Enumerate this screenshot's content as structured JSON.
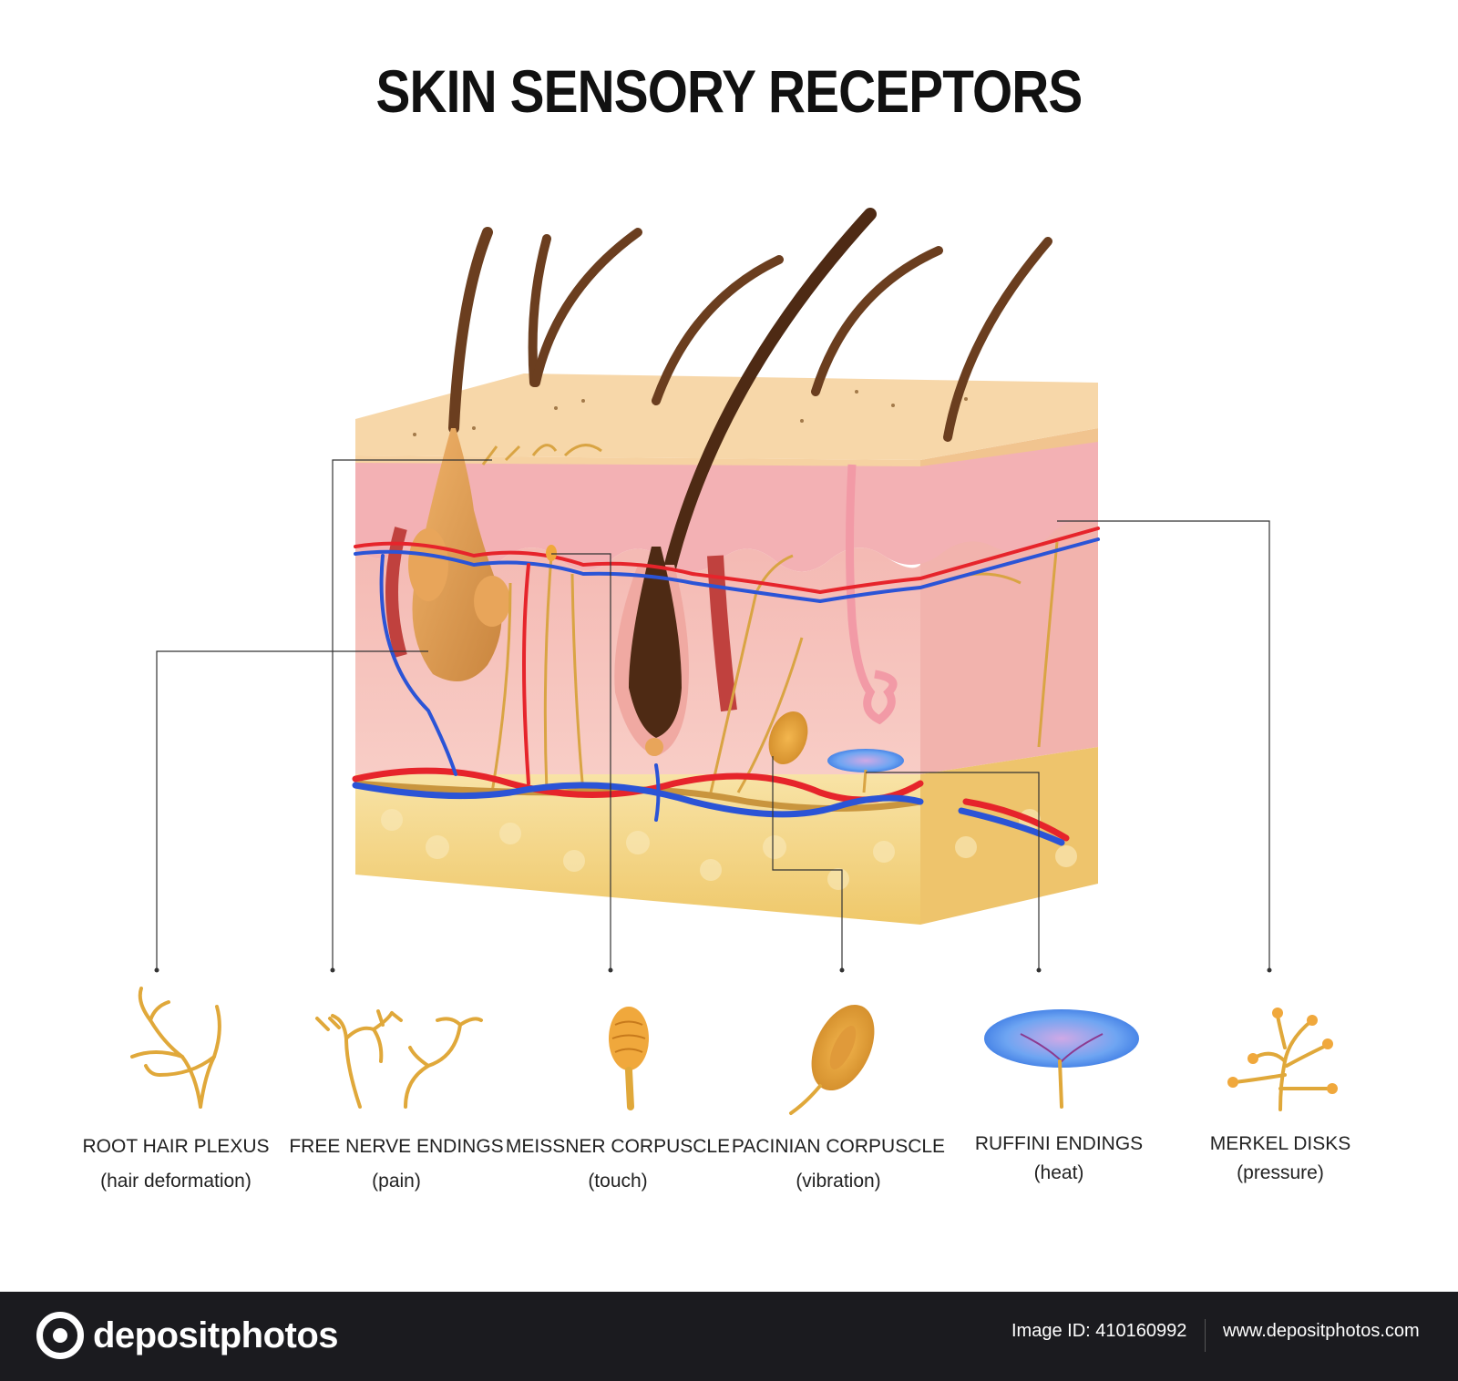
{
  "title": "SKIN SENSORY RECEPTORS",
  "receptors": [
    {
      "name": "ROOT HAIR PLEXUS",
      "function": "(hair deformation)"
    },
    {
      "name": "FREE NERVE ENDINGS",
      "function": "(pain)"
    },
    {
      "name": "MEISSNER CORPUSCLE",
      "function": "(touch)"
    },
    {
      "name": "PACINIAN CORPUSCLE",
      "function": "(vibration)"
    },
    {
      "name": "RUFFINI ENDINGS",
      "function": "(heat)"
    },
    {
      "name": "MERKEL DISKS",
      "function": "(pressure)"
    }
  ],
  "footer": {
    "brand": "depositphotos",
    "image_id": "Image ID: 410160992",
    "website": "www.depositphotos.com"
  },
  "colors": {
    "epidermis": "#f6d2a2",
    "dermis": "#f6b8b5",
    "fat": "#f5d98a",
    "nerve": "#d9a443",
    "artery": "#e6242b",
    "vein": "#2b54d6",
    "hair": "#5a341c",
    "ruffini": "#4f8fe6"
  }
}
